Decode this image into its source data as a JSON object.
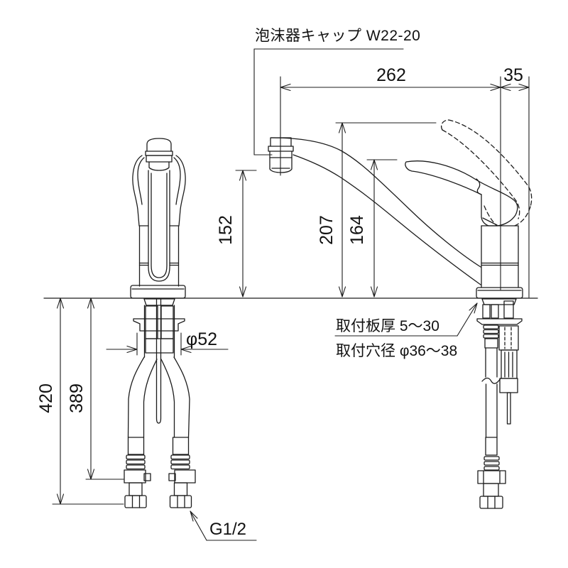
{
  "drawing": {
    "callouts": {
      "aerator_cap": "泡沫器キャップ W22-20",
      "mount_plate_thickness": "取付板厚 5〜30",
      "mount_hole_diameter": "取付穴径 φ36〜38",
      "thread_size": "G1/2"
    },
    "dimensions": {
      "spout_reach": "262",
      "handle_front_offset": "35",
      "spout_outlet_height": "152",
      "handle_raised_height": "207",
      "handle_height": "164",
      "total_under_counter_length": "420",
      "hose_to_fitting_length": "389",
      "base_diameter": "φ52"
    },
    "line_color": "#1c1c1c",
    "background_color": "#ffffff"
  }
}
